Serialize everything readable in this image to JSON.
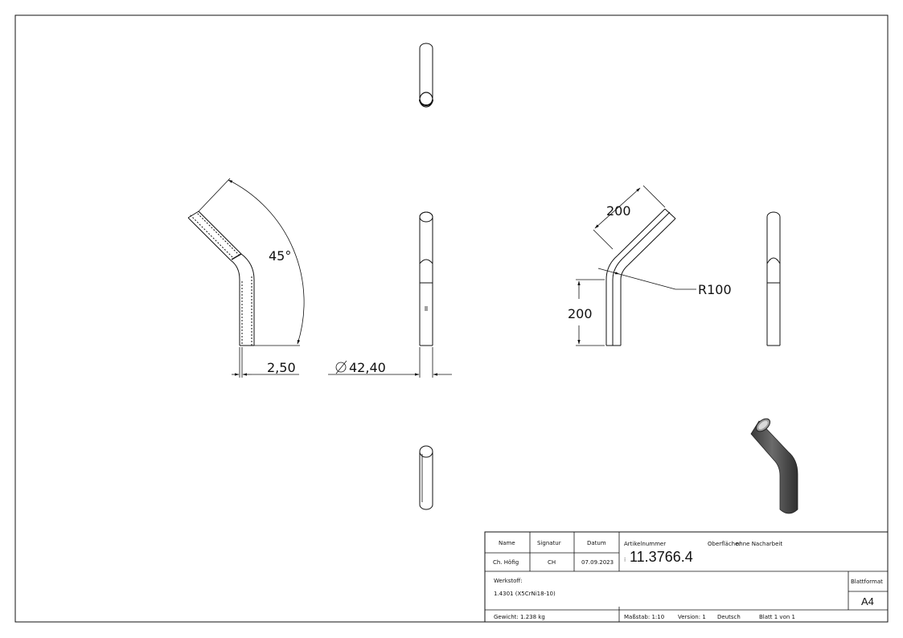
{
  "drawing": {
    "dimensions": {
      "angle": "45°",
      "wall_thickness": "2,50",
      "diameter": "42,40",
      "length_top": "200",
      "length_bottom": "200",
      "radius": "R100"
    }
  },
  "title_block": {
    "headers": {
      "name": "Name",
      "signature": "Signatur",
      "date": "Datum"
    },
    "values": {
      "name": "Ch. Höfig",
      "signature": "CH",
      "date": "07.09.2023"
    },
    "article_label": "Artikelnummer",
    "article_number": "11.3766.4",
    "surface_label": "Oberfläche:",
    "surface_value": "ohne Nacharbeit",
    "material_label": "Werkstoff:",
    "material_value": "1.4301 (X5CrNi18-10)",
    "sheet_format_label": "Blattformat",
    "sheet_format_value": "A4",
    "weight": "Gewicht: 1.238 kg",
    "scale": "Maßstab: 1:10",
    "version": "Version: 1",
    "language": "Deutsch",
    "sheet": "Blatt 1 von 1"
  },
  "colors": {
    "line": "#111111",
    "tube_shade": "#555555",
    "tube_dark": "#2a2a2a"
  }
}
